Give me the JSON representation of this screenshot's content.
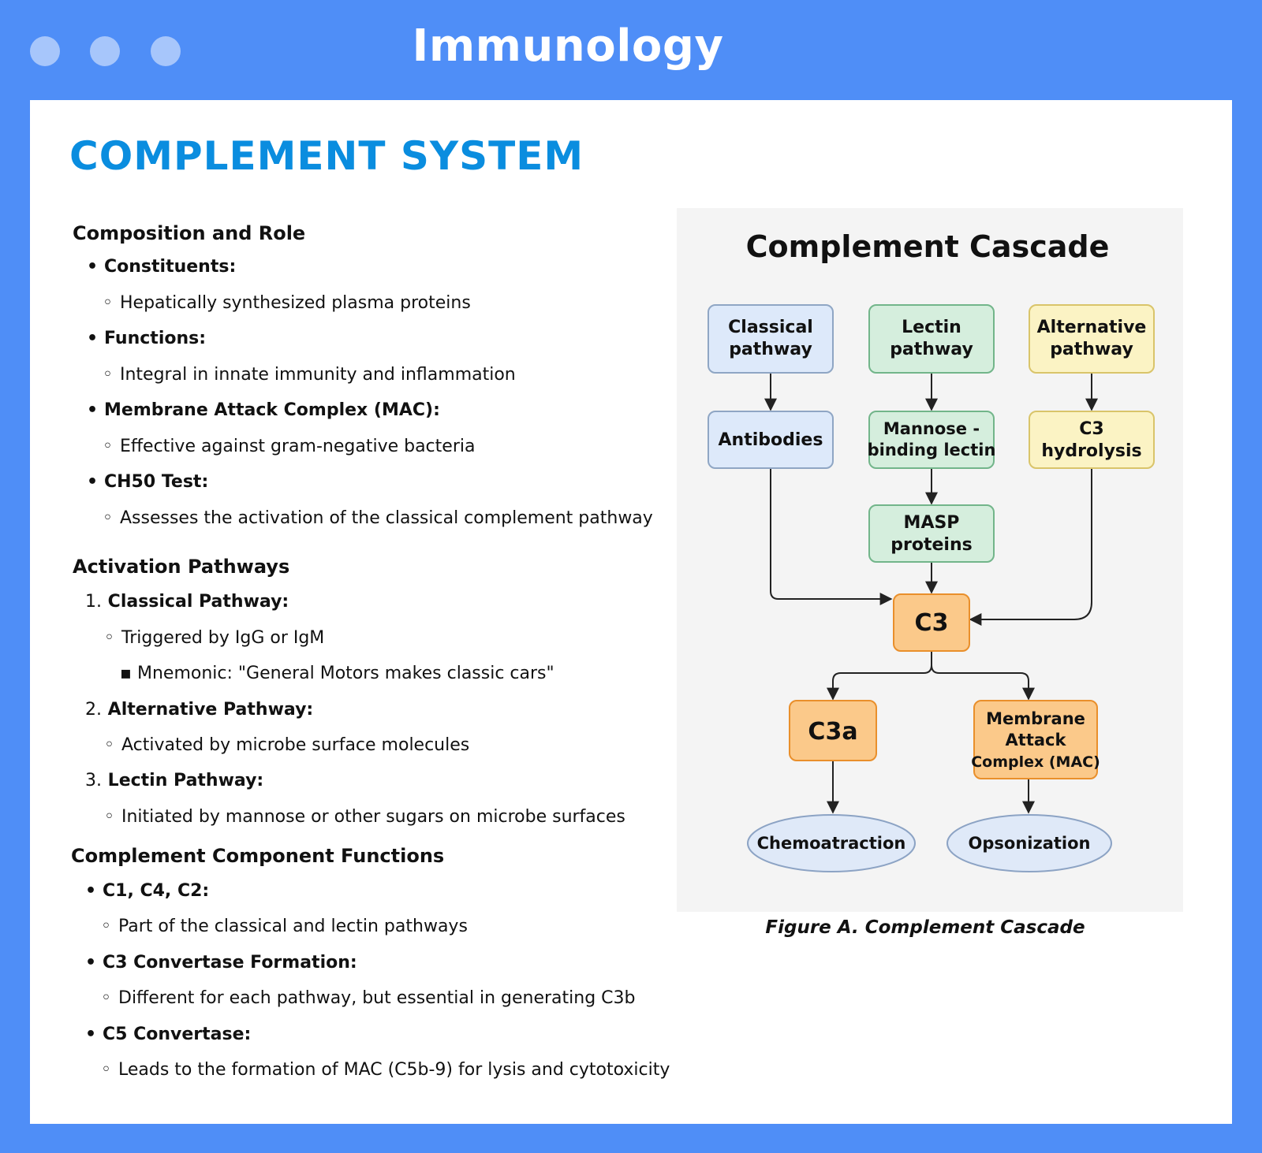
{
  "window": {
    "title": "Immunology"
  },
  "page": {
    "title": "COMPLEMENT SYSTEM"
  },
  "sections": [
    {
      "heading": "Composition and Role",
      "items": [
        {
          "label": "Constituents:",
          "subs": [
            "Hepatically synthesized plasma proteins"
          ]
        },
        {
          "label": "Functions:",
          "subs": [
            "Integral in innate immunity and inflammation"
          ]
        },
        {
          "label": "Membrane Attack Complex (MAC):",
          "subs": [
            "Effective against gram-negative bacteria"
          ]
        },
        {
          "label": "CH50 Test:",
          "subs": [
            "Assesses the activation of the classical complement pathway"
          ]
        }
      ]
    },
    {
      "heading": "Activation Pathways",
      "items": [
        {
          "number": "1.",
          "label": "Classical Pathway:",
          "subs": [
            "Triggered by IgG or IgM"
          ],
          "subsub": "Mnemonic: \"General Motors makes classic cars\""
        },
        {
          "number": "2.",
          "label": "Alternative Pathway:",
          "subs": [
            "Activated by microbe surface molecules"
          ]
        },
        {
          "number": "3.",
          "label": "Lectin Pathway:",
          "subs": [
            "Initiated by mannose or other sugars on microbe surfaces"
          ]
        }
      ]
    },
    {
      "heading": "Complement Component Functions",
      "items": [
        {
          "label": "C1, C4, C2:",
          "subs": [
            "Part of the classical and lectin pathways"
          ]
        },
        {
          "label": "C3 Convertase Formation:",
          "subs": [
            "Different for each pathway, but essential in generating C3b"
          ]
        },
        {
          "label": "C5 Convertase:",
          "subs": [
            "Leads to the formation of MAC (C5b-9) for lysis and cytotoxicity"
          ]
        }
      ]
    }
  ],
  "figure": {
    "title": "Complement Cascade",
    "caption": "Figure A. Complement Cascade",
    "nodes": {
      "classical": [
        "Classical",
        "pathway"
      ],
      "lectin": [
        "Lectin",
        "pathway"
      ],
      "alternative": [
        "Alternative",
        "pathway"
      ],
      "antibodies": [
        "Antibodies"
      ],
      "mannose": [
        "Mannose -",
        "binding lectin"
      ],
      "c3_hydrolysis": [
        "C3",
        "hydrolysis"
      ],
      "masp": [
        "MASP",
        "proteins"
      ],
      "c3": [
        "C3"
      ],
      "c3a": [
        "C3a"
      ],
      "mac": [
        "Membrane",
        "Attack",
        "Complex (MAC)"
      ],
      "chemo": [
        "Chemoatraction"
      ],
      "opson": [
        "Opsonization"
      ]
    },
    "colors": {
      "blue_fill": "#dde9fa",
      "blue_stroke": "#8fa6c4",
      "green_fill": "#d5eedd",
      "green_stroke": "#72b58a",
      "yellow_fill": "#fbf3c4",
      "yellow_stroke": "#d9c46a",
      "orange_fill": "#fbc98a",
      "orange_stroke": "#e98f2b",
      "oval_fill": "#dfe9f8",
      "oval_stroke": "#8ca3c4"
    }
  }
}
